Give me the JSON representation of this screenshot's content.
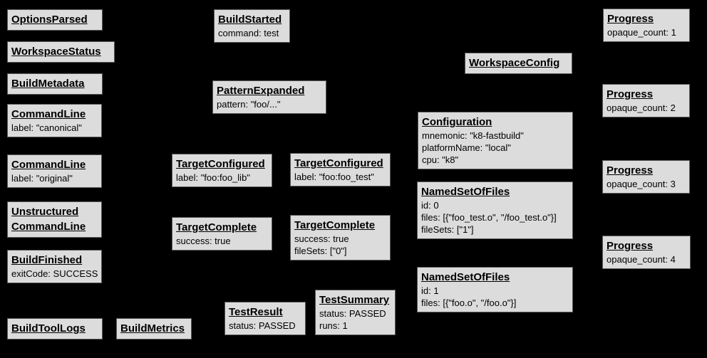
{
  "colors": {
    "background": "#000000",
    "node_fill": "#dcdcdc",
    "node_border": "#5a5a5a",
    "text": "#000000"
  },
  "nodes": [
    {
      "title": "OptionsParsed",
      "lines": []
    },
    {
      "title": "WorkspaceStatus",
      "lines": []
    },
    {
      "title": "BuildMetadata",
      "lines": []
    },
    {
      "title": "CommandLine",
      "lines": [
        "label: \"canonical\""
      ]
    },
    {
      "title": "CommandLine",
      "lines": [
        "label: \"original\""
      ]
    },
    {
      "title": "Unstructured",
      "title2": "CommandLine",
      "lines": []
    },
    {
      "title": "BuildFinished",
      "lines": [
        "exitCode: SUCCESS"
      ]
    },
    {
      "title": "BuildToolLogs",
      "lines": []
    },
    {
      "title": "BuildMetrics",
      "lines": []
    },
    {
      "title": "BuildStarted",
      "lines": [
        "command: test"
      ]
    },
    {
      "title": "PatternExpanded",
      "lines": [
        "pattern: \"foo/...\""
      ]
    },
    {
      "title": "TargetConfigured",
      "lines": [
        "label: \"foo:foo_lib\""
      ]
    },
    {
      "title": "TargetConfigured",
      "lines": [
        "label: \"foo:foo_test\""
      ]
    },
    {
      "title": "TargetComplete",
      "lines": [
        "success: true"
      ]
    },
    {
      "title": "TargetComplete",
      "lines": [
        "success: true",
        "fileSets: [\"0\"]"
      ]
    },
    {
      "title": "TestResult",
      "lines": [
        "status: PASSED"
      ]
    },
    {
      "title": "TestSummary",
      "lines": [
        "status: PASSED",
        "runs: 1"
      ]
    },
    {
      "title": "WorkspaceConfig",
      "lines": []
    },
    {
      "title": "Configuration",
      "lines": [
        "mnemonic: \"k8-fastbuild\"",
        "platformName: \"local\"",
        "cpu: \"k8\""
      ]
    },
    {
      "title": "NamedSetOfFiles",
      "lines": [
        "id: 0",
        "files: [{\"foo_test.o\", \"/foo_test.o\"}]",
        "fileSets: [\"1\"]"
      ]
    },
    {
      "title": "NamedSetOfFiles",
      "lines": [
        "id: 1",
        "files: [{\"foo.o\", \"/foo.o\"}]"
      ]
    },
    {
      "title": "Progress",
      "lines": [
        "opaque_count: 1"
      ]
    },
    {
      "title": "Progress",
      "lines": [
        "opaque_count: 2"
      ]
    },
    {
      "title": "Progress",
      "lines": [
        "opaque_count: 3"
      ]
    },
    {
      "title": "Progress",
      "lines": [
        "opaque_count: 4"
      ]
    }
  ]
}
